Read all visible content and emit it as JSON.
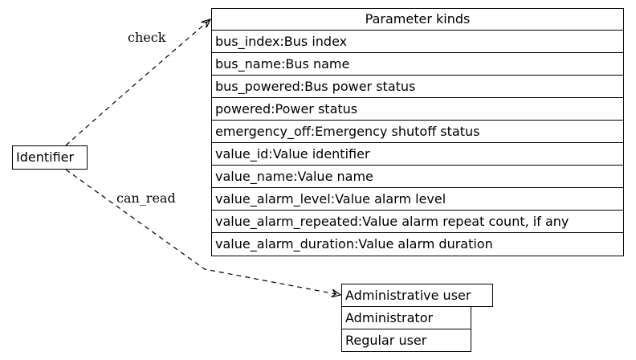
{
  "identifier": {
    "label": "Identifier"
  },
  "edges": {
    "check_label": "check",
    "can_read_label": "can_read"
  },
  "parameter_kinds": {
    "title": "Parameter kinds",
    "rows": [
      "bus_index:Bus index",
      "bus_name:Bus name",
      "bus_powered:Bus power status",
      "powered:Power status",
      "emergency_off:Emergency shutoff status",
      "value_id:Value identifier",
      "value_name:Value name",
      "value_alarm_level:Value alarm level",
      "value_alarm_repeated:Value alarm repeat count, if any",
      "value_alarm_duration:Value alarm duration"
    ]
  },
  "users": {
    "title": "Administrative user",
    "rows": [
      "Administrator",
      "Regular user"
    ]
  }
}
